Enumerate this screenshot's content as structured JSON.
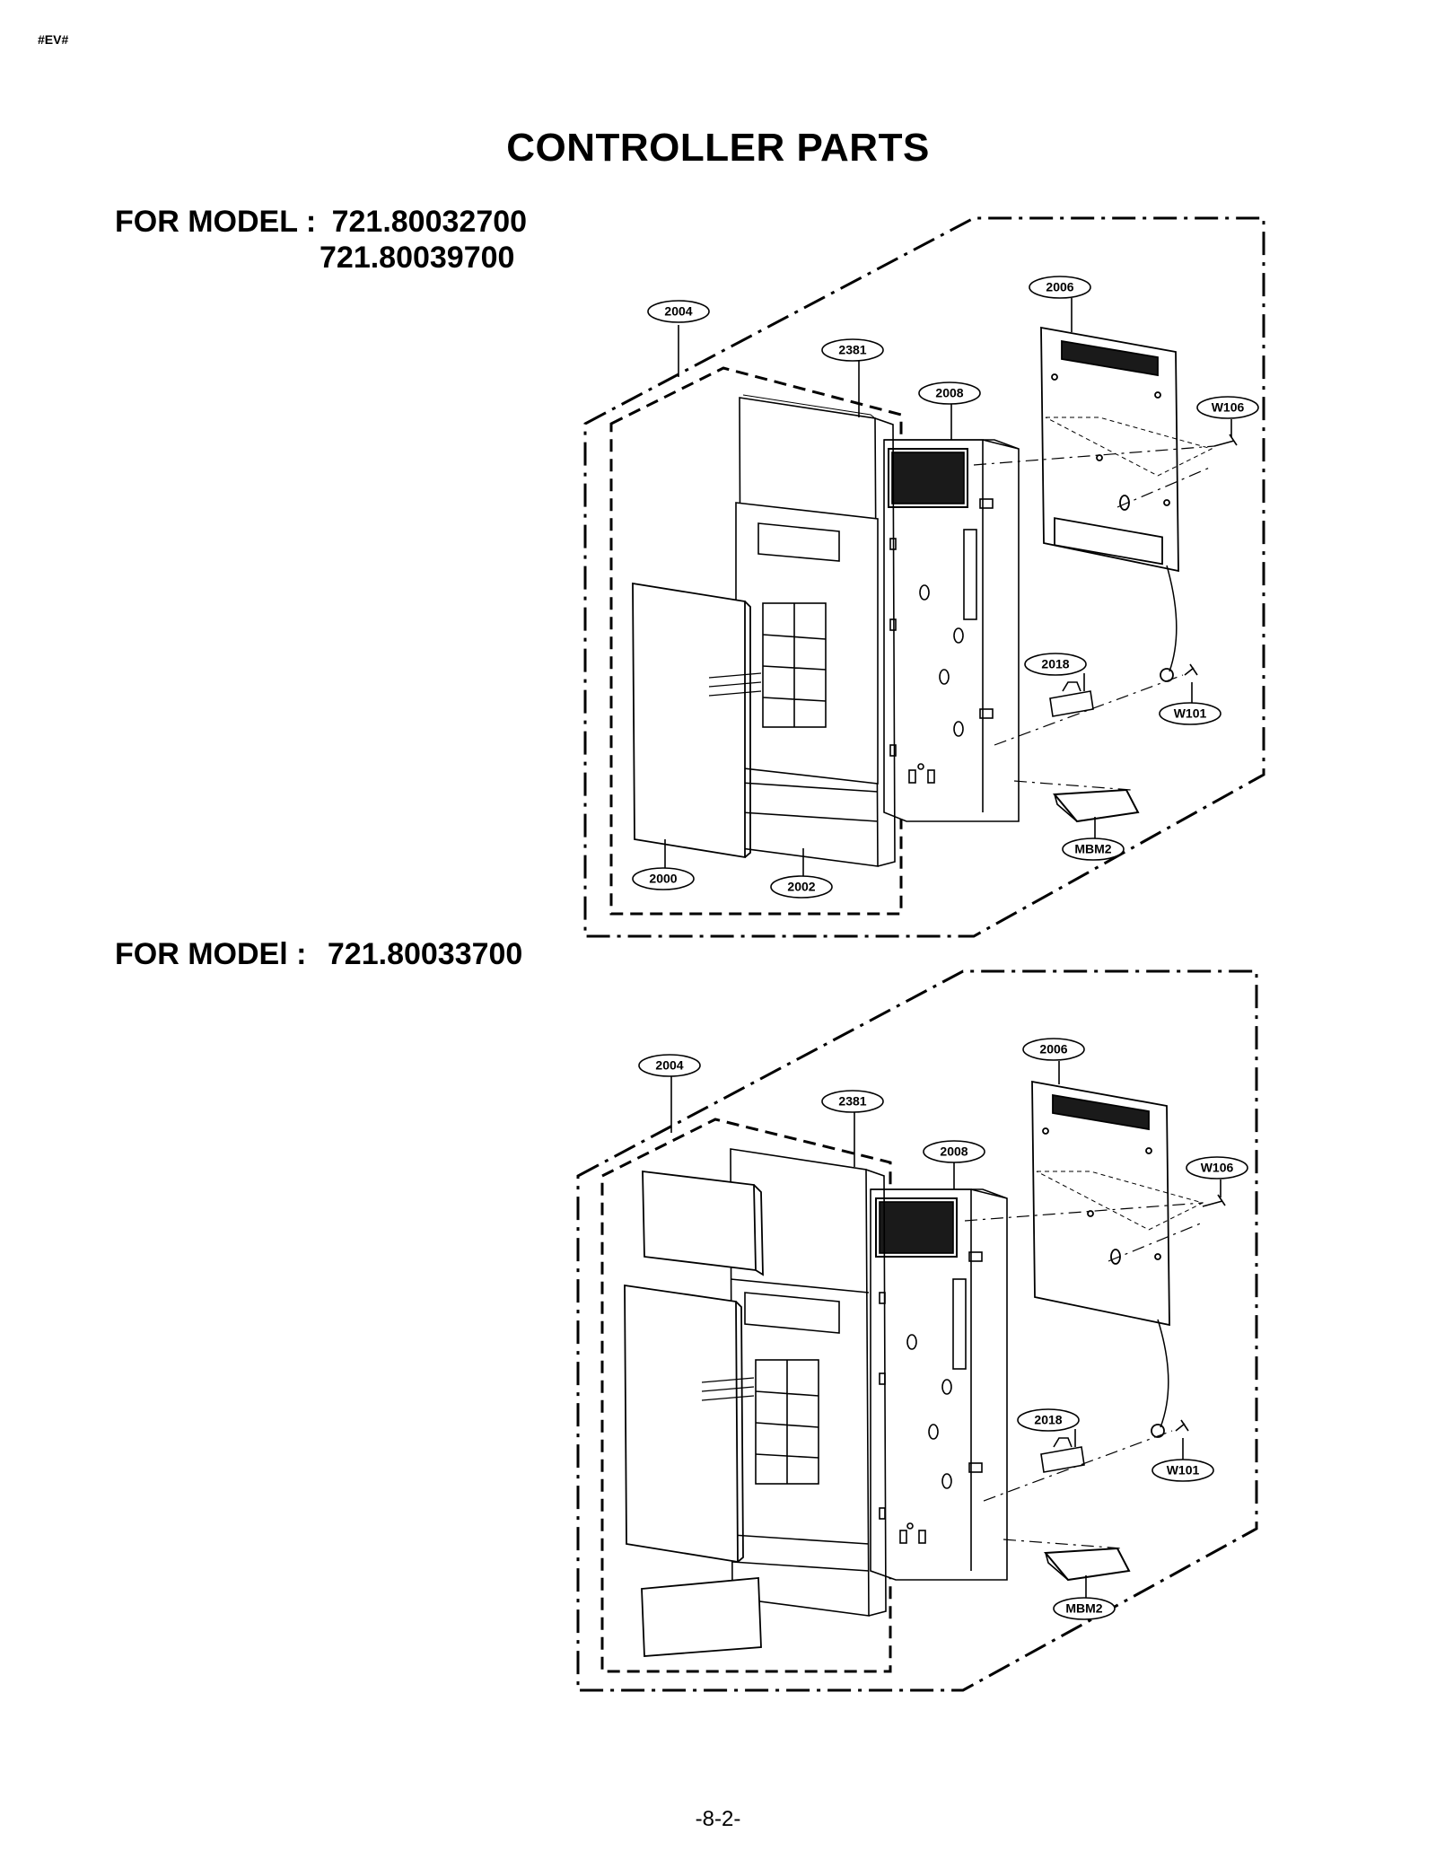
{
  "header_tag": "#EV#",
  "title": "CONTROLLER PARTS",
  "section1": {
    "label": "FOR MODEL :",
    "models": [
      "721.80032700",
      "721.80039700"
    ]
  },
  "section2": {
    "label": "FOR MODEl :",
    "models": [
      "721.80033700"
    ]
  },
  "diagram1_callouts": {
    "c2004": "2004",
    "c2006": "2006",
    "c2381": "2381",
    "c2008": "2008",
    "cW106": "W106",
    "c2018": "2018",
    "cW101": "W101",
    "cMBM2": "MBM2",
    "c2000": "2000",
    "c2002": "2002"
  },
  "diagram2_callouts": {
    "c2004": "2004",
    "c2006": "2006",
    "c2381": "2381",
    "c2008": "2008",
    "cW106": "W106",
    "c2018": "2018",
    "cW101": "W101",
    "cMBM2": "MBM2"
  },
  "page_number": "-8-2-"
}
